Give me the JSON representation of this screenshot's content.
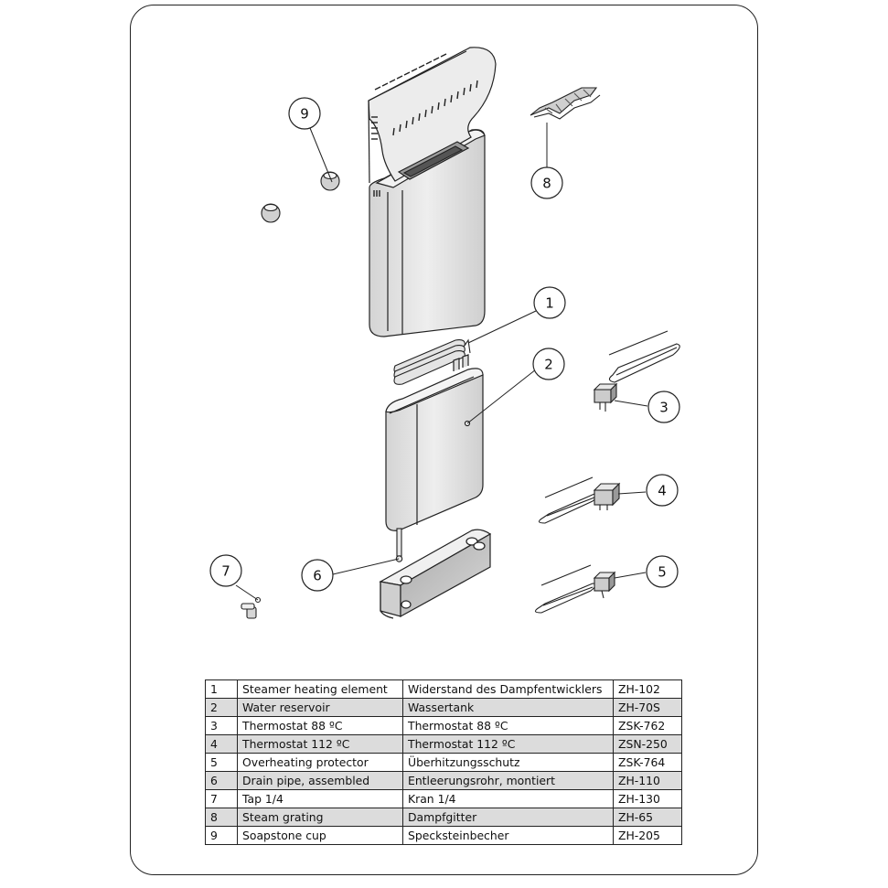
{
  "diagram": {
    "callouts": [
      "1",
      "2",
      "3",
      "4",
      "5",
      "6",
      "7",
      "8",
      "9"
    ]
  },
  "parts": [
    {
      "num": "1",
      "en": "Steamer heating element",
      "de": "Widerstand des Dampfentwicklers",
      "code": "ZH-102"
    },
    {
      "num": "2",
      "en": "Water reservoir",
      "de": "Wassertank",
      "code": "ZH-70S"
    },
    {
      "num": "3",
      "en": "Thermostat 88 ºC",
      "de": "Thermostat 88 ºC",
      "code": "ZSK-762"
    },
    {
      "num": "4",
      "en": "Thermostat 112 ºC",
      "de": "Thermostat 112 ºC",
      "code": "ZSN-250"
    },
    {
      "num": "5",
      "en": "Overheating protector",
      "de": "Überhitzungsschutz",
      "code": "ZSK-764"
    },
    {
      "num": "6",
      "en": "Drain pipe, assembled",
      "de": "Entleerungsrohr, montiert",
      "code": "ZH-110"
    },
    {
      "num": "7",
      "en": "Tap 1/4",
      "de": "Kran 1/4",
      "code": "ZH-130"
    },
    {
      "num": "8",
      "en": "Steam grating",
      "de": "Dampfgitter",
      "code": "ZH-65"
    },
    {
      "num": "9",
      "en": "Soapstone cup",
      "de": "Specksteinbecher",
      "code": "ZH-205"
    }
  ],
  "colors": {
    "line": "#222222",
    "fill_light": "#e6e6e6",
    "fill_mid": "#c8c8c8",
    "table_shade": "#dcdcdc"
  }
}
